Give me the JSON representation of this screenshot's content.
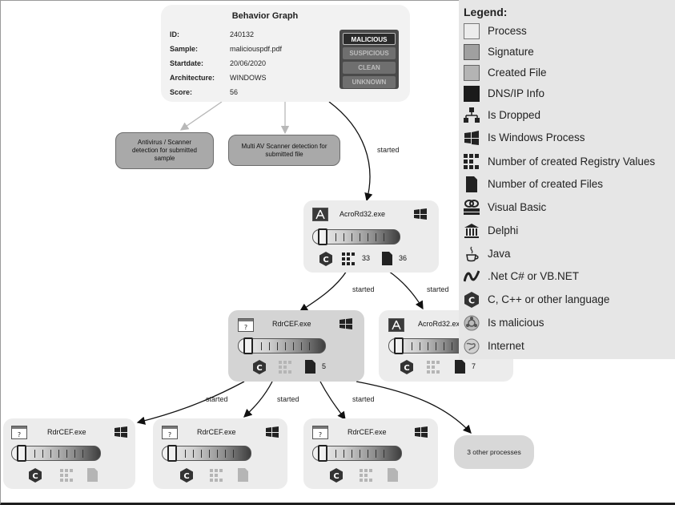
{
  "summary": {
    "title": "Behavior Graph",
    "rows": [
      {
        "key": "ID:",
        "value": "240132"
      },
      {
        "key": "Sample:",
        "value": "maliciouspdf.pdf"
      },
      {
        "key": "Startdate:",
        "value": "20/06/2020"
      },
      {
        "key": "Architecture:",
        "value": "WINDOWS"
      },
      {
        "key": "Score:",
        "value": "56"
      }
    ],
    "verdicts": [
      "MALICIOUS",
      "SUSPICIOUS",
      "CLEAN",
      "UNKNOWN"
    ],
    "active_verdict": "MALICIOUS"
  },
  "signatures": [
    "Antivirus / Scanner detection for submitted sample",
    "Multi AV Scanner detection for submitted file"
  ],
  "edge_label": "started",
  "processes": {
    "root": {
      "name": "AcroRd32.exe",
      "registry_count": "33",
      "file_count": "36"
    },
    "child_a": {
      "name": "RdrCEF.exe",
      "file_count": "5"
    },
    "child_b": {
      "name": "AcroRd32.exe",
      "file_count": "7"
    },
    "gc1": {
      "name": "RdrCEF.exe"
    },
    "gc2": {
      "name": "RdrCEF.exe"
    },
    "gc3": {
      "name": "RdrCEF.exe"
    }
  },
  "other_processes": "3 other processes",
  "legend": {
    "title": "Legend:",
    "items": [
      {
        "icon": "process-swatch",
        "label": "Process"
      },
      {
        "icon": "signature-swatch",
        "label": "Signature"
      },
      {
        "icon": "created-file-swatch",
        "label": "Created File"
      },
      {
        "icon": "dns-ip-swatch",
        "label": "DNS/IP Info"
      },
      {
        "icon": "dropped-icon",
        "label": "Is Dropped"
      },
      {
        "icon": "windows-icon",
        "label": "Is Windows Process"
      },
      {
        "icon": "registry-icon",
        "label": "Number of created Registry Values"
      },
      {
        "icon": "file-icon",
        "label": "Number of created Files"
      },
      {
        "icon": "visual-basic-icon",
        "label": "Visual Basic"
      },
      {
        "icon": "delphi-icon",
        "label": "Delphi"
      },
      {
        "icon": "java-icon",
        "label": "Java"
      },
      {
        "icon": "dotnet-icon",
        "label": ".Net C# or VB.NET"
      },
      {
        "icon": "c-language-icon",
        "label": "C, C++ or other language"
      },
      {
        "icon": "malicious-icon",
        "label": "Is malicious"
      },
      {
        "icon": "internet-icon",
        "label": "Internet"
      }
    ]
  },
  "colors": {
    "process": "#ececec",
    "signature": "#a0a0a0",
    "created_file": "#b4b4b4",
    "dns_ip": "#1a1a1a"
  }
}
